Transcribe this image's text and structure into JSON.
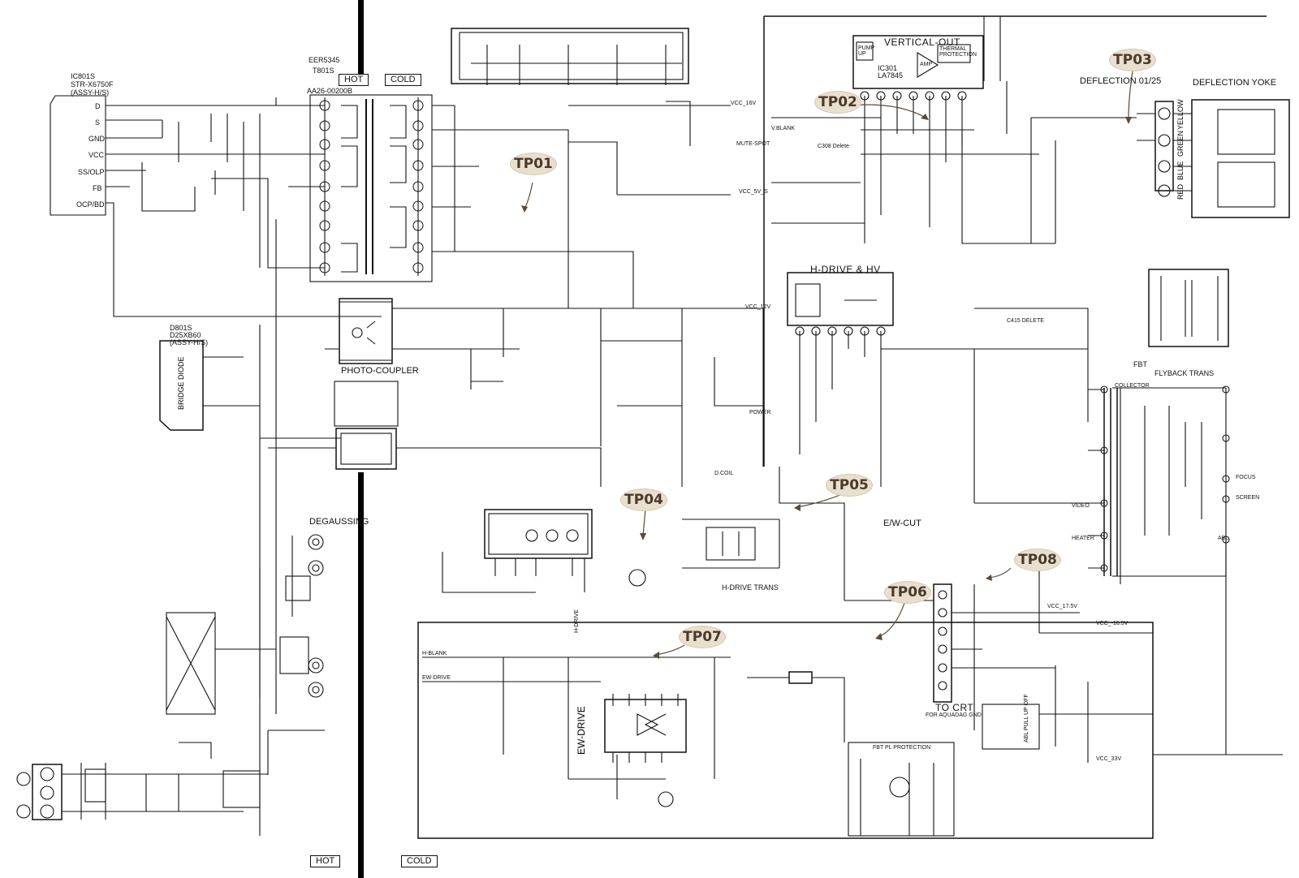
{
  "regions": {
    "hot_top": "HOT",
    "cold_top": "COLD",
    "hot_bottom": "HOT",
    "cold_bottom": "COLD"
  },
  "blocks": {
    "ic801_ref": "IC801S",
    "ic801_part": "STR-X6750F",
    "ic801_assy": "(ASSY-H/S)",
    "ic801_pins": [
      "D",
      "S",
      "GND",
      "VCC",
      "SS/OLP",
      "FB",
      "OCP/BD"
    ],
    "t801_ref": "T801S",
    "t801_part": "EER5345",
    "t801_code": "AA26-00200B",
    "photo_coupler": "PHOTO-COUPLER",
    "bridge_diode": "BRIDGE DIODE",
    "d801_ref": "D801S",
    "d801_part": "D25XB60",
    "d801_assy": "(ASSY-H/S)",
    "degaussing": "DEGAUSSING",
    "vertical_out": "VERTICAL-OUT",
    "vertical_pump": "PUMP UP",
    "vertical_thermal": "THERMAL PROTECTION",
    "vertical_amp": "AMP",
    "ic301_ref": "IC301",
    "ic301_part": "LA7845",
    "h_drive_hv": "H-DRIVE & HV",
    "deflection_label": "DEFLECTION 01/25",
    "deflection_yoke": "DEFLECTION YOKE",
    "yoke_colors": [
      "YELLOW",
      "GREEN",
      "BLUE",
      "RED"
    ],
    "flyback_trans": "FLYBACK TRANS",
    "fbt_label": "FBT",
    "h_drive_trans": "H-DRIVE TRANS",
    "ew_drive": "EW-DRIVE",
    "ew_n_cut": "E/W-CUT",
    "to_crt": "TO CRT",
    "to_crt_sub": "FOR AQUADAG GND",
    "fbt_protection": "FBT PL PROTECTION",
    "abl_pull_up": "ABL PULL UP OFF",
    "c415_delete": "C415 DELETE",
    "c308_delete": "C308 Delete",
    "mute_spot": "MUTE-SPOT",
    "v_blank": "V.BLANK",
    "h_blank": "H-BLANK",
    "ew_drive_sig": "EW-DRIVE",
    "h_drive_sig": "H-DRIVE",
    "d_coil": "D.COIL",
    "power_sig": "POWER",
    "vcc_16v": "VCC_16V",
    "vcc_12v": "VCC_12V",
    "vcc_5v": "VCC_5V_S",
    "vcc_175": "VCC_17.5V",
    "vcc_165": "VCC_-16.5V",
    "vcc_33v": "VCC_33V",
    "collector": "COLLECTOR",
    "heater": "HEATER",
    "video": "VIDEO",
    "screen": "SCREEN",
    "focus": "FOCUS",
    "abl": "ABL"
  },
  "test_points": [
    {
      "id": "TP01"
    },
    {
      "id": "TP02"
    },
    {
      "id": "TP03"
    },
    {
      "id": "TP04"
    },
    {
      "id": "TP05"
    },
    {
      "id": "TP06"
    },
    {
      "id": "TP07"
    },
    {
      "id": "TP08"
    }
  ],
  "colors": {
    "ink": "#111111",
    "tp_fill": "#e9dfcf",
    "tp_text": "#4a3a2a",
    "cold_bar": "#000000",
    "arrow": "#5a4a3a"
  }
}
